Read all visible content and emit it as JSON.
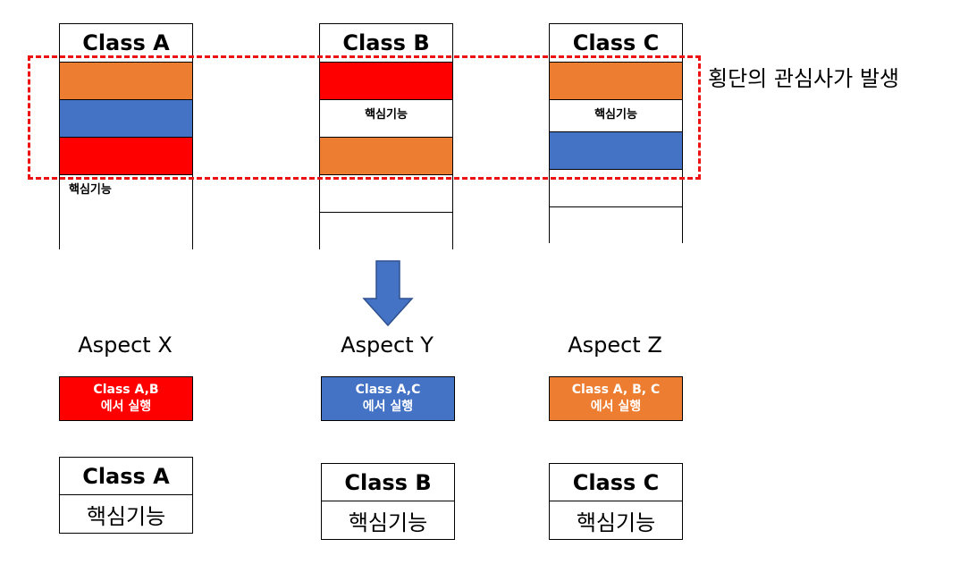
{
  "colors": {
    "orange": "#ed7d31",
    "blue": "#4472c4",
    "red": "#ff0000",
    "dash": "#ee1111",
    "arrow": "#4472c4"
  },
  "classes": [
    {
      "title": "Class A",
      "segments": [
        "orange",
        "blue",
        "red"
      ],
      "core_label": "핵심기능"
    },
    {
      "title": "Class B",
      "segments": [
        "red",
        "white",
        "orange"
      ],
      "core_label": "핵심기능"
    },
    {
      "title": "Class C",
      "segments": [
        "orange",
        "white",
        "blue"
      ],
      "core_label": "핵심기능"
    }
  ],
  "crosscut_label": "횡단의 관심사가 발생",
  "arrow_icon": "down-arrow-icon",
  "aspects": [
    {
      "title": "Aspect X",
      "line1": "Class A,B",
      "line2": "에서 실행",
      "color": "red"
    },
    {
      "title": "Aspect Y",
      "line1": "Class A,C",
      "line2": "에서 실행",
      "color": "blue"
    },
    {
      "title": "Aspect Z",
      "line1": "Class A, B, C",
      "line2": "에서 실행",
      "color": "orange"
    }
  ],
  "cores": [
    {
      "title": "Class A",
      "text": "핵심기능"
    },
    {
      "title": "Class B",
      "text": "핵심기능"
    },
    {
      "title": "Class C",
      "text": "핵심기능"
    }
  ]
}
